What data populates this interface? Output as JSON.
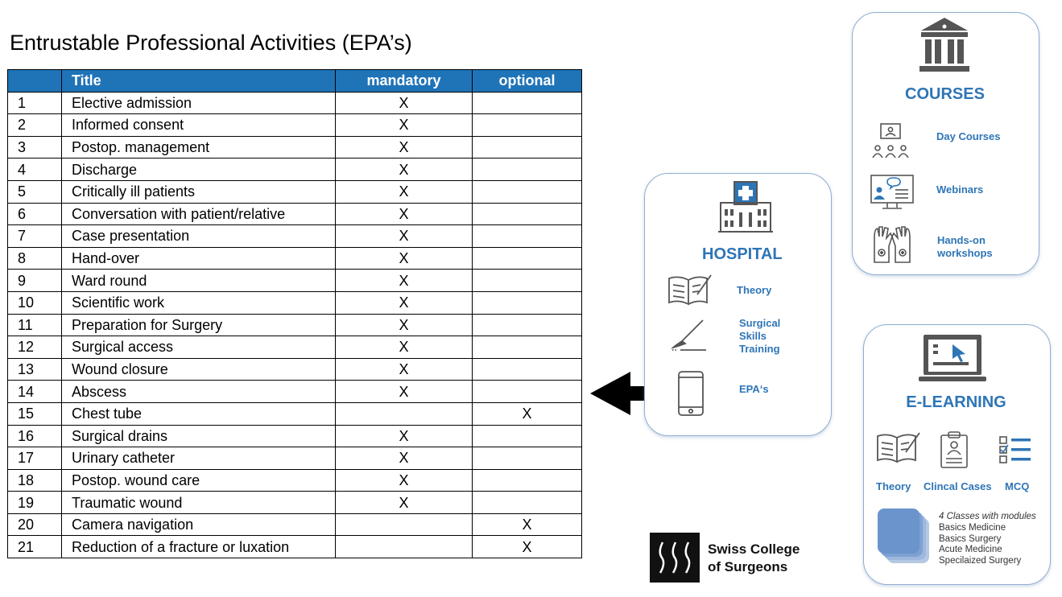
{
  "title": "Entrustable Professional Activities (EPA’s)",
  "table": {
    "headers": [
      "",
      "Title",
      "mandatory",
      "optional"
    ],
    "rows": [
      {
        "num": "1",
        "title": "Elective admission",
        "mandatory": "X",
        "optional": ""
      },
      {
        "num": "2",
        "title": "Informed consent",
        "mandatory": "X",
        "optional": ""
      },
      {
        "num": "3",
        "title": "Postop. management",
        "mandatory": "X",
        "optional": ""
      },
      {
        "num": "4",
        "title": "Discharge",
        "mandatory": "X",
        "optional": ""
      },
      {
        "num": "5",
        "title": "Critically ill patients",
        "mandatory": "X",
        "optional": ""
      },
      {
        "num": "6",
        "title": "Conversation with patient/relative",
        "mandatory": "X",
        "optional": ""
      },
      {
        "num": "7",
        "title": "Case presentation",
        "mandatory": "X",
        "optional": ""
      },
      {
        "num": "8",
        "title": "Hand-over",
        "mandatory": "X",
        "optional": ""
      },
      {
        "num": "9",
        "title": "Ward round",
        "mandatory": "X",
        "optional": ""
      },
      {
        "num": "10",
        "title": "Scientific work",
        "mandatory": "X",
        "optional": ""
      },
      {
        "num": "11",
        "title": "Preparation for Surgery",
        "mandatory": "X",
        "optional": ""
      },
      {
        "num": "12",
        "title": "Surgical access",
        "mandatory": "X",
        "optional": ""
      },
      {
        "num": "13",
        "title": "Wound closure",
        "mandatory": "X",
        "optional": ""
      },
      {
        "num": "14",
        "title": "Abscess",
        "mandatory": "X",
        "optional": ""
      },
      {
        "num": "15",
        "title": "Chest tube",
        "mandatory": "",
        "optional": "X"
      },
      {
        "num": "16",
        "title": "Surgical drains",
        "mandatory": "X",
        "optional": ""
      },
      {
        "num": "17",
        "title": "Urinary catheter",
        "mandatory": "X",
        "optional": ""
      },
      {
        "num": "18",
        "title": "Postop. wound care",
        "mandatory": "X",
        "optional": ""
      },
      {
        "num": "19",
        "title": "Traumatic wound",
        "mandatory": "X",
        "optional": ""
      },
      {
        "num": "20",
        "title": "Camera navigation",
        "mandatory": "",
        "optional": "X"
      },
      {
        "num": "21",
        "title": "Reduction of a fracture or luxation",
        "mandatory": "",
        "optional": "X"
      }
    ]
  },
  "hospital": {
    "title": "HOSPITAL",
    "items": [
      {
        "label": "Theory",
        "icon": "book-icon"
      },
      {
        "label": "Surgical\nSkills\nTraining",
        "icon": "scalpel-icon"
      },
      {
        "label": "EPA‘s",
        "icon": "smartphone-icon"
      }
    ]
  },
  "courses": {
    "title": "COURSES",
    "items": [
      {
        "label": "Day Courses",
        "icon": "classroom-icon"
      },
      {
        "label": "Webinars",
        "icon": "webinar-icon"
      },
      {
        "label": "Hands-on\nworkshops",
        "icon": "gloves-icon"
      }
    ]
  },
  "elearning": {
    "title": "E-LEARNING",
    "items": [
      {
        "label": "Theory",
        "icon": "book-icon"
      },
      {
        "label": "Clincal Cases",
        "icon": "clipboard-icon"
      },
      {
        "label": "MCQ",
        "icon": "checklist-icon"
      }
    ],
    "classes_heading": "4 Classes with modules",
    "classes": [
      "Basics Medicine",
      "Basics Surgery",
      "Acute Medicine",
      "Specilaized Surgery"
    ]
  },
  "logo": {
    "line1": "Swiss College",
    "line2": "of Surgeons"
  },
  "colors": {
    "header_blue": "#1f73b7",
    "accent_blue": "#2e75b6",
    "card_border": "#8eaed0"
  }
}
